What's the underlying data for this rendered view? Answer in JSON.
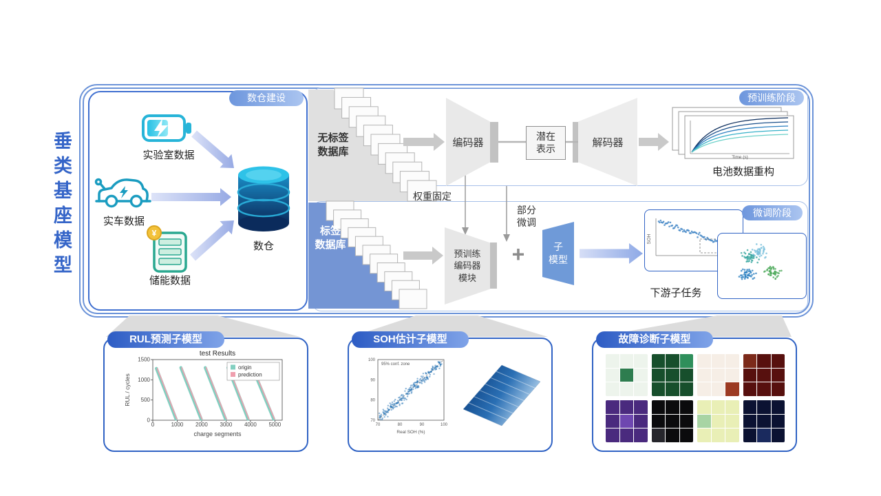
{
  "title": {
    "vertical": "垂类基座模型"
  },
  "badges": {
    "warehouse": "数仓建设",
    "pretrain": "预训练阶段",
    "finetune": "微调阶段"
  },
  "panel": {
    "lab": "实验室数据",
    "vehicle": "实车数据",
    "storage": "储能数据",
    "warehouse": "数仓"
  },
  "db": {
    "unlabeled": [
      "无标签",
      "数据库"
    ],
    "labeled": [
      "标签",
      "数据库"
    ]
  },
  "pretrain": {
    "encoder": "编码器",
    "latent": [
      "潜在",
      "表示"
    ],
    "decoder": "解码器",
    "recon_label": "电池数据重构",
    "recon_axis": "Time (s)"
  },
  "finetune": {
    "weight_fixed": "权重固定",
    "partial": [
      "部分",
      "微调"
    ],
    "pre_encoder": [
      "预训练",
      "编码器",
      "模块"
    ],
    "plus": "+",
    "submodel": [
      "子",
      "模型"
    ],
    "downstream": "下游子任务"
  },
  "models": {
    "rul": "RUL预测子模型",
    "soh": "SOH估计子模型",
    "fault": "故障诊断子模型"
  },
  "chart_data": {
    "rul": {
      "type": "line",
      "title": "test Results",
      "xlabel": "charge segments",
      "ylabel": "RUL / cycles",
      "xlim": [
        0,
        5300
      ],
      "ylim": [
        0,
        1500
      ],
      "xticks": [
        0,
        1000,
        2000,
        3000,
        4000,
        5000
      ],
      "yticks": [
        0,
        500,
        1000,
        1500
      ],
      "legend": [
        "origin",
        "prediction"
      ],
      "colors": {
        "origin": "#82cfc0",
        "prediction": "#ef9fae"
      },
      "segments": [
        {
          "x0": 150,
          "y0": 1280,
          "x1": 950,
          "y1": 30
        },
        {
          "x0": 1150,
          "y0": 1300,
          "x1": 1980,
          "y1": 30
        },
        {
          "x0": 2150,
          "y0": 1300,
          "x1": 2980,
          "y1": 30
        },
        {
          "x0": 3080,
          "y0": 1300,
          "x1": 3900,
          "y1": 30
        },
        {
          "x0": 4080,
          "y0": 1300,
          "x1": 4950,
          "y1": 30
        }
      ]
    },
    "soh": {
      "type": "scatter",
      "conf_label": "95% conf. zone",
      "xlabel": "Real SOH (%)",
      "ticks": [
        70,
        80,
        90,
        100
      ],
      "n_points": 240,
      "color": "#1f6fb4"
    },
    "recon": {
      "type": "line",
      "curve_colors": [
        "#0d2f5e",
        "#1a4f8a",
        "#2a7fc0",
        "#35b0c8",
        "#6ad0c8"
      ]
    },
    "downstream": {
      "ylabel": "SOH",
      "scatter_color": "#2f7ac0",
      "cluster_colors": [
        "#3aa8a0",
        "#4aa858",
        "#7ac0dc",
        "#2a7fc0"
      ]
    },
    "fault": {
      "type": "heatmap",
      "tiles": [
        {
          "base": "#edf4ec",
          "accent": "#2e7d4f"
        },
        {
          "base": "#174f2c",
          "accent": "#2f8f5b"
        },
        {
          "base": "#f6eee6",
          "accent": "#9c3a22"
        },
        {
          "base": "#57100e",
          "accent": "#7c2a1a"
        },
        {
          "base": "#4a2a7e",
          "accent": "#6e47b0"
        },
        {
          "base": "#0b0b0d",
          "accent": "#26262c"
        },
        {
          "base": "#e9efb6",
          "accent": "#a8d4a4"
        },
        {
          "base": "#0b1232",
          "accent": "#1a2a5e"
        }
      ]
    }
  }
}
